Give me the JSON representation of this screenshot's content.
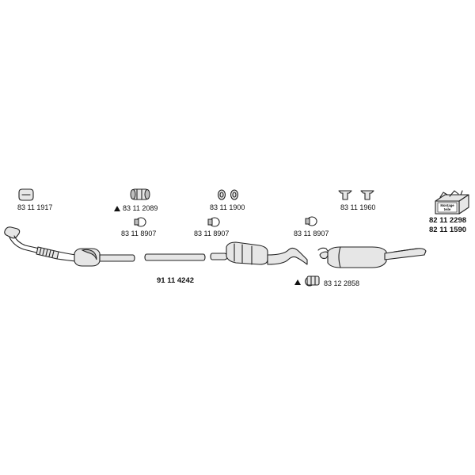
{
  "parts": {
    "clamp_1917": "83 11 1917",
    "clamp_2089": "83 11 2089",
    "clamp_8907_a": "83 11 8907",
    "clamp_8907_b": "83 11 8907",
    "hanger_1900": "83 11 1900",
    "clamp_8907_c": "83 11 8907",
    "hanger_1960": "83 11 1960",
    "kit_2298": "82 11 2298",
    "kit_1590": "82 11 1590",
    "pipe_4242": "91 11 4242",
    "clamp_2858": "83 12 2858"
  },
  "kit_box_text": [
    "Montage",
    "teile"
  ],
  "icons": {
    "warning": "warning-triangle-icon",
    "clamp": "clamp-icon",
    "hanger": "rubber-hanger-icon",
    "kit": "mounting-kit-box-icon"
  }
}
